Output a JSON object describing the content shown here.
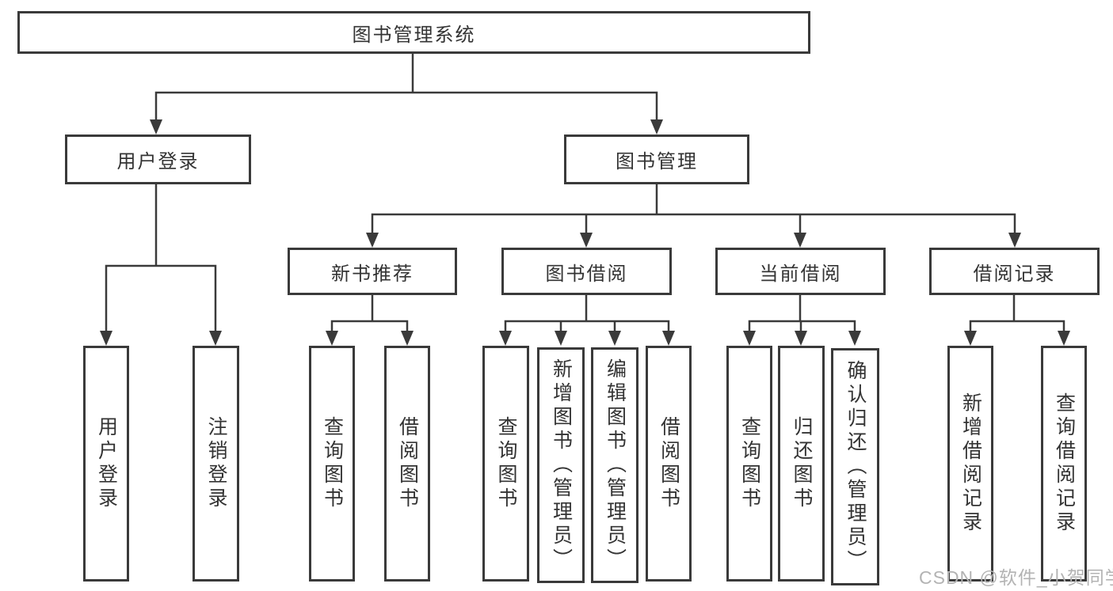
{
  "diagram": {
    "title": "图书管理系统",
    "nodes": {
      "root": "图书管理系统",
      "user_login": "用户登录",
      "book_management": "图书管理",
      "new_book_recommend": "新书推荐",
      "book_borrowing": "图书借阅",
      "current_borrowing": "当前借阅",
      "borrowing_records": "借阅记录",
      "leaf_user_login": "用户登录",
      "leaf_logout": "注销登录",
      "leaf_query_book_recommend": "查询图书",
      "leaf_borrow_book_recommend": "借阅图书",
      "leaf_query_book_borrowing": "查询图书",
      "leaf_add_book_admin": "新增图书（管理员）",
      "leaf_edit_book_admin": "编辑图书（管理员）",
      "leaf_borrow_book_borrowing": "借阅图书",
      "leaf_query_book_current": "查询图书",
      "leaf_return_book": "归还图书",
      "leaf_confirm_return_admin": "确认归还（管理员）",
      "leaf_add_borrow_record": "新增借阅记录",
      "leaf_query_borrow_record": "查询借阅记录"
    }
  },
  "watermark": "CSDN @软件_小贺同学",
  "colors": {
    "line": "#3a3a3a",
    "text": "#333333",
    "watermark": "#b3b3b3",
    "background": "#ffffff"
  }
}
